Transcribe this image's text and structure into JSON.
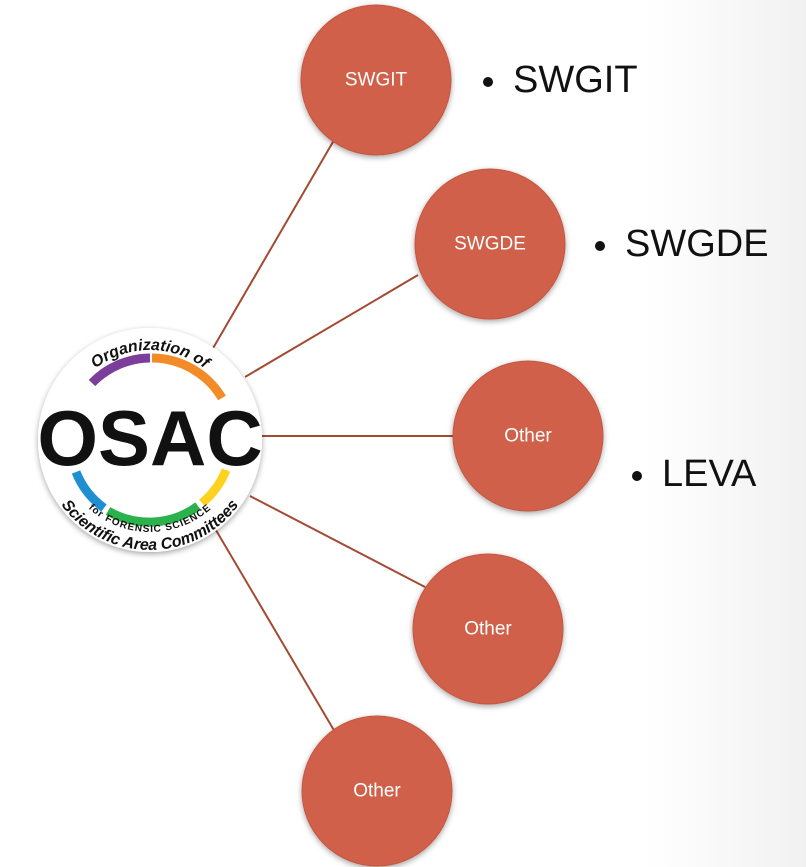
{
  "center": {
    "logo_name": "OSAC",
    "logo_top_text": "Organization of",
    "logo_bottom_text": "Scientific Area Committees",
    "logo_sub_text": "for FORENSIC SCIENCE",
    "ring_colors": [
      "#7b3e9a",
      "#f28c28",
      "#ffd21f",
      "#2bb24c",
      "#1f8fd2"
    ]
  },
  "nodes": [
    {
      "label": "SWGIT",
      "bullet": "SWGIT"
    },
    {
      "label": "SWGDE",
      "bullet": "SWGDE"
    },
    {
      "label": "Other",
      "bullet": "LEVA"
    },
    {
      "label": "Other",
      "bullet": ""
    },
    {
      "label": "Other",
      "bullet": ""
    }
  ],
  "colors": {
    "node_fill": "#d0614a",
    "connector": "#a34a33",
    "text_on_node": "#ffffff",
    "bullet_text": "#111111"
  }
}
